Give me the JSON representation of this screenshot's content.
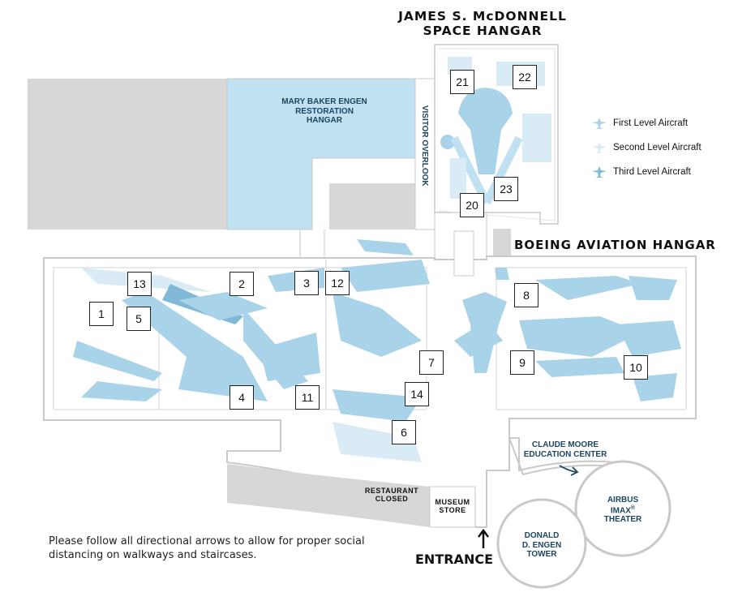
{
  "titles": {
    "space_hangar": "JAMES S. McDONNELL\nSPACE HANGAR",
    "boeing_hangar": "BOEING AVIATION HANGAR"
  },
  "areas": {
    "restoration_hangar": "MARY BAKER ENGEN\nRESTORATION\nHANGAR",
    "visitor_overlook": "VISITOR OVERLOOK",
    "restaurant": "RESTAURANT\nCLOSED",
    "museum_store": "MUSEUM\nSTORE",
    "education_center": "CLAUDE MOORE\nEDUCATION CENTER",
    "imax_theater_line1": "AIRBUS",
    "imax_theater_line2": "IMAX",
    "imax_theater_reg": "®",
    "imax_theater_line3": "THEATER",
    "engen_tower": "DONALD\nD. ENGEN\nTOWER"
  },
  "legend": [
    {
      "label": "First Level Aircraft",
      "color": "#a9d3e8"
    },
    {
      "label": "Second Level Aircraft",
      "color": "#d9ecf5"
    },
    {
      "label": "Third Level Aircraft",
      "color": "#7fb9d6"
    }
  ],
  "markers": [
    "1",
    "2",
    "3",
    "4",
    "5",
    "6",
    "7",
    "8",
    "9",
    "10",
    "11",
    "12",
    "13",
    "14",
    "20",
    "21",
    "22",
    "23"
  ],
  "note": "Please follow all directional arrows to allow for proper social distancing on walkways and staircases.",
  "entrance": "ENTRANCE",
  "colors": {
    "building_gray": "#d7d7d7",
    "restoration_blue": "#bfe1f1",
    "aircraft_blue": "#a9d3e8",
    "outline": "#c9c9c9",
    "label_dark": "#1d4660"
  }
}
